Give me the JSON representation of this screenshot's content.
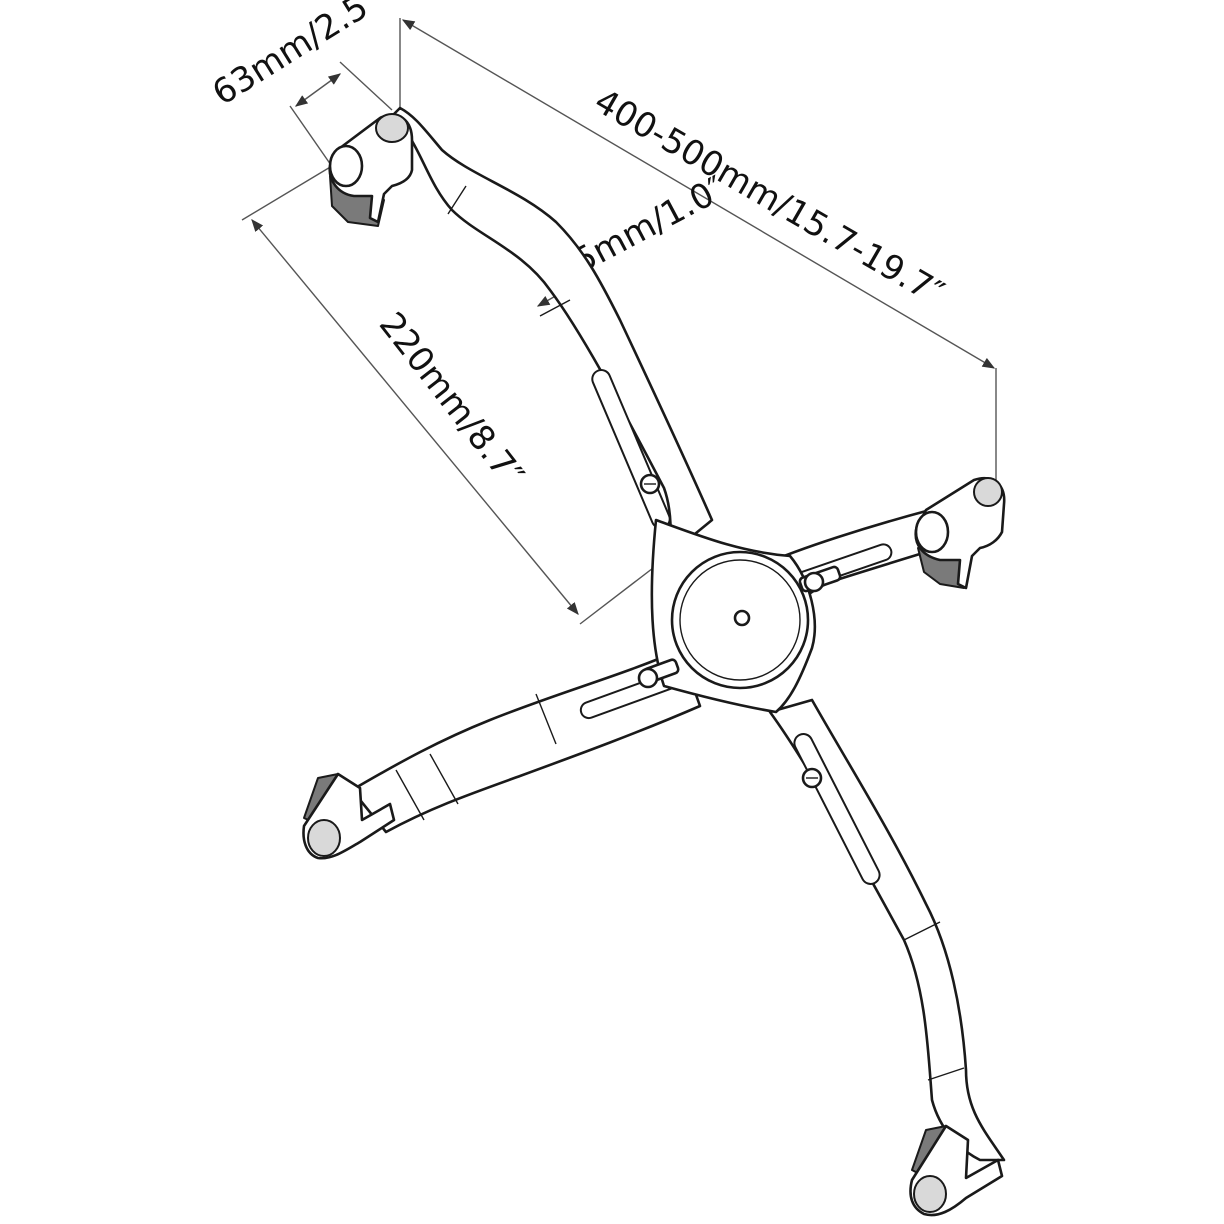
{
  "diagram": {
    "dimensions": {
      "cap_width": "63mm/2.5″",
      "overall_span": "400-500mm/15.7-19.7″",
      "arm_width": "25mm/1.0″",
      "arm_reach": "220mm/8.7″"
    },
    "colors": {
      "line": "#1a1a1a",
      "dimension_line": "#555555",
      "foot_fill": "#7a7a7a",
      "background": "#ffffff"
    }
  }
}
